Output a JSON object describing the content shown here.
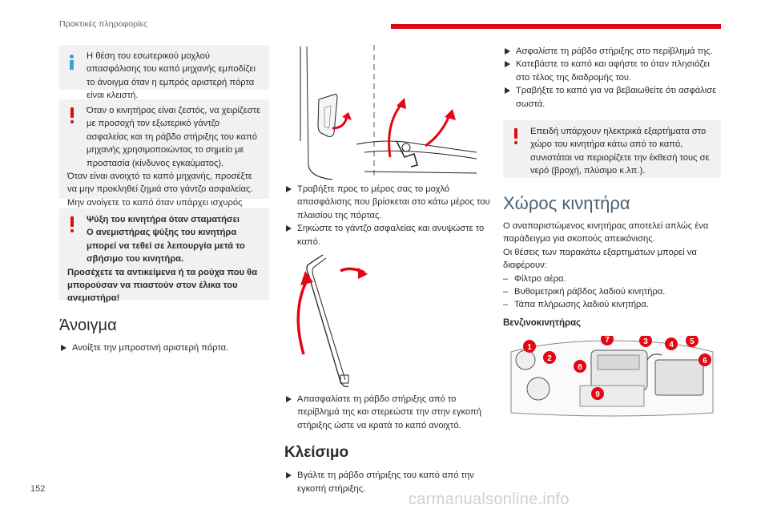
{
  "header": {
    "section": "Πρακτικές πληροφορίες",
    "page": "152"
  },
  "watermark": "carmanualsonline.info",
  "col1": {
    "info_box": "Η θέση του εσωτερικού μοχλού απασφάλισης του καπό μηχανής εμποδίζει το άνοιγμα όταν η εμπρός αριστερή πόρτα είναι κλειστή.",
    "warn1": [
      "Όταν ο κινητήρας είναι ζεστός, να χειρίζεστε με προσοχή τον εξωτερικό γάντζο ασφαλείας και τη ράβδο στήριξης του καπό μηχανής χρησιμοποιώντας το σημείο με προστασία (κίνδυνος εγκαύματος).",
      "Όταν είναι ανοιχτό το καπό μηχανής, προσέξτε να μην προκληθεί ζημιά στο γάντζο ασφαλείας.",
      "Μην ανοίγετε το καπό όταν υπάρχει ισχυρός άνεμος."
    ],
    "warn2": [
      "Ψύξη του κινητήρα όταν σταματήσει",
      "Ο ανεμιστήρας ψύξης του κινητήρα μπορεί να τεθεί σε λειτουργία μετά το σβήσιμο του κινητήρα.",
      "Προσέχετε τα αντικείμενα ή τα ρούχα που θα μπορούσαν να πιαστούν στον έλικα του ανεμιστήρα!"
    ],
    "opening_title": "Άνοιγμα",
    "opening_step": "Ανοίξτε την μπροστινή αριστερή πόρτα."
  },
  "col2": {
    "steps_a": [
      "Τραβήξτε προς το μέρος σας το μοχλό απασφάλισης που βρίσκεται στο κάτω μέρος του πλαισίου της πόρτας.",
      "Σηκώστε το γάντζο ασφαλείας και ανυψώστε το καπό."
    ],
    "steps_b": [
      "Απασφαλίστε τη ράβδο στήριξης από το περίβλημά της και στερεώστε την στην εγκοπή στήριξης ώστε να κρατά το καπό ανοιχτό."
    ],
    "closing_title": "Κλείσιμο",
    "closing_steps": [
      "Βγάλτε τη ράβδο στήριξης του καπό από την εγκοπή στήριξης."
    ]
  },
  "col3": {
    "steps": [
      "Ασφαλίστε τη ράβδο στήριξης στο περίβλημά της.",
      "Κατεβάστε το καπό και αφήστε το όταν πλησιάζει στο τέλος της διαδρομής του.",
      "Τραβήξτε το καπό για να βεβαιωθείτε ότι ασφάλισε σωστά."
    ],
    "warn": "Επειδή υπάρχουν ηλεκτρικά εξαρτήματα στο χώρο του κινητήρα κάτω από το καπό, συνιστάται να περιορίζετε την έκθεσή τους σε νερό (βροχή, πλύσιμο κ.λπ.).",
    "engine_title": "Χώρος κινητήρα",
    "engine_intro": [
      "Ο αναπαριστώμενος κινητήρας αποτελεί απλώς ένα παράδειγμα για σκοπούς απεικόνισης.",
      "Οι θέσεις των παρακάτω εξαρτημάτων μπορεί να διαφέρουν:"
    ],
    "engine_items": [
      "Φίλτρο αέρα.",
      "Βυθομετρική ράβδος λαδιού κινητήρα.",
      "Τάπα πλήρωσης λαδιού κινητήρα."
    ],
    "petrol_title": "Βενζινοκινητήρας",
    "callouts": [
      "1",
      "2",
      "3",
      "4",
      "5",
      "6",
      "7",
      "8",
      "9"
    ]
  },
  "colors": {
    "accent_red": "#e30613",
    "info_blue": "#3aa0d8",
    "box_gray": "#f1f1f1"
  }
}
